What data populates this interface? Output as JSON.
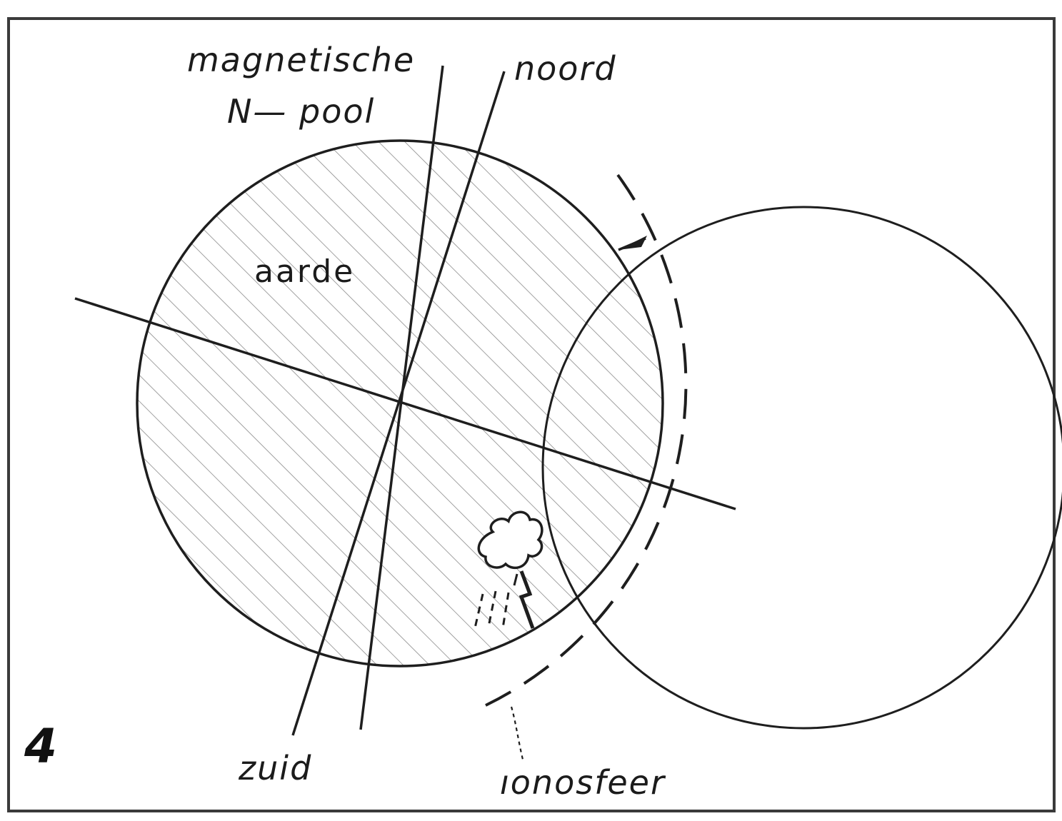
{
  "figure": {
    "number": "4",
    "colors": {
      "ink": "#1e1e1e",
      "background": "#ffffff",
      "frame": "#3a3a3a"
    }
  },
  "labels": {
    "magnetic_line1": "magnetische",
    "magnetic_line2": "N— pool",
    "north": "noord",
    "earth": "aarde",
    "south": "zuid",
    "ionosphere": "ıonosfeer"
  }
}
